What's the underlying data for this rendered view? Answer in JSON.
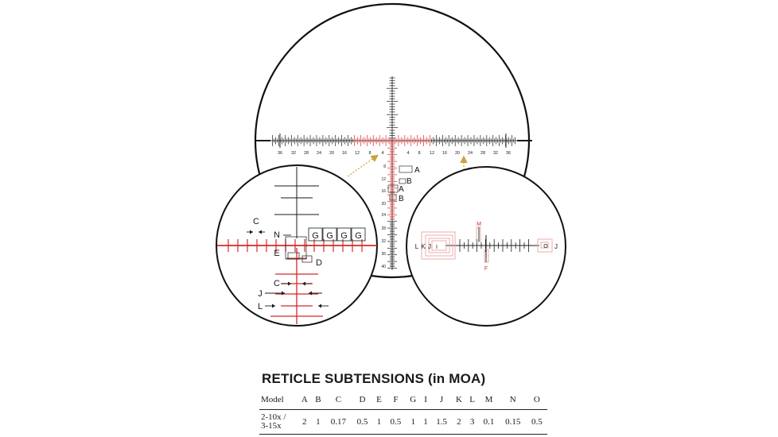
{
  "colors": {
    "ink": "#1a1a1a",
    "red": "#d42a2a",
    "gold": "#c9a23a",
    "pink": "#e8aeae"
  },
  "horizontal_scale": [
    "36",
    "32",
    "28",
    "24",
    "20",
    "16",
    "12",
    "8",
    "4",
    "4",
    "8",
    "12",
    "16",
    "20",
    "24",
    "28",
    "32",
    "36"
  ],
  "vertical_scale": [
    "8",
    "12",
    "16",
    "20",
    "24",
    "28",
    "32",
    "36",
    "40"
  ],
  "main_labels": [
    "A",
    "B",
    "A",
    "B"
  ],
  "left_inset_labels": {
    "c": "C",
    "n": "N",
    "g": "G",
    "e": "E",
    "d": "D",
    "j": "J",
    "l": "L"
  },
  "right_inset_labels": {
    "l": "L",
    "k": "K",
    "j": "J",
    "i": "I",
    "m": "M",
    "f": "F",
    "o": "O"
  },
  "table": {
    "title": "RETICLE SUBTENSIONS (in MOA)",
    "header_model": "Model",
    "columns": [
      "A",
      "B",
      "C",
      "D",
      "E",
      "F",
      "G",
      "I",
      "J",
      "K",
      "L",
      "M",
      "N",
      "O"
    ],
    "rows": [
      {
        "model_line1": "2-10x /",
        "model_line2": "3-15x",
        "values": [
          "2",
          "1",
          "0.17",
          "0.5",
          "1",
          "0.5",
          "1",
          "1",
          "1.5",
          "2",
          "3",
          "0.1",
          "0.15",
          "0.5"
        ]
      }
    ]
  }
}
